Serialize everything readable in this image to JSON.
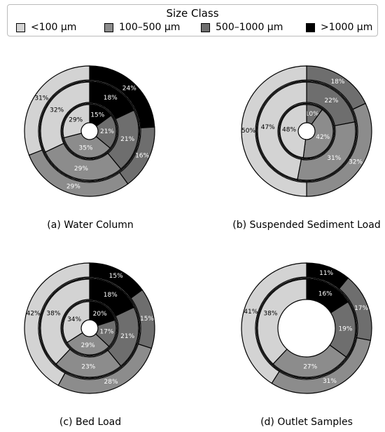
{
  "legend": {
    "title": "Size Class",
    "entries": [
      {
        "label": "<100 µm",
        "color": "#d3d3d3"
      },
      {
        "label": "100–500 µm",
        "color": "#8c8c8c"
      },
      {
        "label": "500–1000 µm",
        "color": "#6e6e6e"
      },
      {
        "label": ">1000 µm",
        "color": "#000000"
      }
    ]
  },
  "chart_data": [
    {
      "type": "pie",
      "subtype": "nested-donut",
      "title": "(a) Water Column",
      "categories": [
        "<100 µm",
        "100–500 µm",
        "500–1000 µm",
        ">1000 µm"
      ],
      "rings": [
        {
          "ring": "inner",
          "values": [
            29,
            35,
            21,
            15
          ],
          "labels": [
            "29%",
            "35%",
            "21%",
            "15%"
          ]
        },
        {
          "ring": "middle",
          "values": [
            32,
            29,
            21,
            18
          ],
          "labels": [
            "32%",
            "29%",
            "21%",
            "18%"
          ]
        },
        {
          "ring": "outer",
          "values": [
            31,
            29,
            16,
            24
          ],
          "labels": [
            "31%",
            "29%",
            "16%",
            "24%"
          ]
        }
      ]
    },
    {
      "type": "pie",
      "subtype": "nested-donut",
      "title": "(b) Suspended Sediment Load",
      "categories": [
        "<100 µm",
        "100–500 µm",
        "500–1000 µm",
        ">1000 µm"
      ],
      "rings": [
        {
          "ring": "inner",
          "values": [
            48,
            42,
            10,
            0
          ],
          "labels": [
            "48%",
            "42%",
            "10%",
            ""
          ]
        },
        {
          "ring": "middle",
          "values": [
            47,
            31,
            22,
            0
          ],
          "labels": [
            "47%",
            "31%",
            "22%",
            ""
          ]
        },
        {
          "ring": "outer",
          "values": [
            50,
            32,
            18,
            0
          ],
          "labels": [
            "50%",
            "32%",
            "18%",
            ""
          ]
        }
      ]
    },
    {
      "type": "pie",
      "subtype": "nested-donut",
      "title": "(c) Bed Load",
      "categories": [
        "<100 µm",
        "100–500 µm",
        "500–1000 µm",
        ">1000 µm"
      ],
      "rings": [
        {
          "ring": "inner",
          "values": [
            34,
            29,
            17,
            20
          ],
          "labels": [
            "34%",
            "29%",
            "17%",
            "20%"
          ]
        },
        {
          "ring": "middle",
          "values": [
            38,
            23,
            21,
            18
          ],
          "labels": [
            "38%",
            "23%",
            "21%",
            "18%"
          ]
        },
        {
          "ring": "outer",
          "values": [
            42,
            28,
            15,
            15
          ],
          "labels": [
            "42%",
            "28%",
            "15%",
            "15%"
          ]
        }
      ]
    },
    {
      "type": "pie",
      "subtype": "nested-donut",
      "title": "(d) Outlet Samples",
      "categories": [
        "<100 µm",
        "100–500 µm",
        "500–1000 µm",
        ">1000 µm"
      ],
      "rings": [
        {
          "ring": "middle",
          "values": [
            38,
            27,
            19,
            16
          ],
          "labels": [
            "38%",
            "27%",
            "19%",
            "16%"
          ]
        },
        {
          "ring": "outer",
          "values": [
            41,
            31,
            17,
            11
          ],
          "labels": [
            "41%",
            "31%",
            "17%",
            "11%"
          ]
        }
      ]
    }
  ]
}
